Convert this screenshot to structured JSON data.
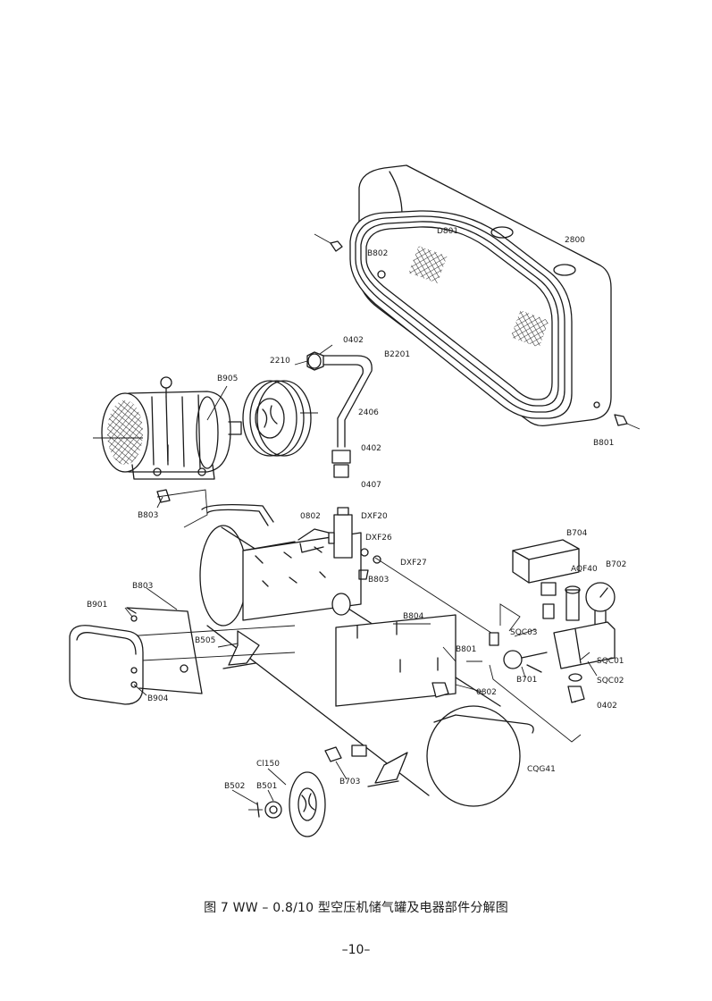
{
  "caption": "图 7  WW – 0.8/10  型空压机储气罐及电器部件分解图",
  "page_number": "–10–",
  "labels": {
    "D801": "D801",
    "2800": "2800",
    "B802": "B802",
    "B801_top": "B801",
    "0402_top": "0402",
    "B2201": "B2201",
    "2210": "2210",
    "B905": "B905",
    "2406": "2406",
    "0402_mid": "0402",
    "0407": "0407",
    "B803_left": "B803",
    "0802_top": "0802",
    "DXF20": "DXF20",
    "DXF26": "DXF26",
    "DXF27": "DXF27",
    "B803_mid": "B803",
    "B704": "B704",
    "AQF40": "AQF40",
    "B702": "B702",
    "B803_b": "B803",
    "B901": "B901",
    "B804": "B804",
    "B505": "B505",
    "SQC03": "SQC03",
    "B801_mid": "B801",
    "SQC01": "SQC01",
    "B701": "B701",
    "SQC02": "SQC02",
    "B904": "B904",
    "0802_bot": "0802",
    "0402_bot": "0402",
    "Cl150": "Cl150",
    "CQG41": "CQG41",
    "B502": "B502",
    "B501": "B501",
    "B703": "B703"
  }
}
